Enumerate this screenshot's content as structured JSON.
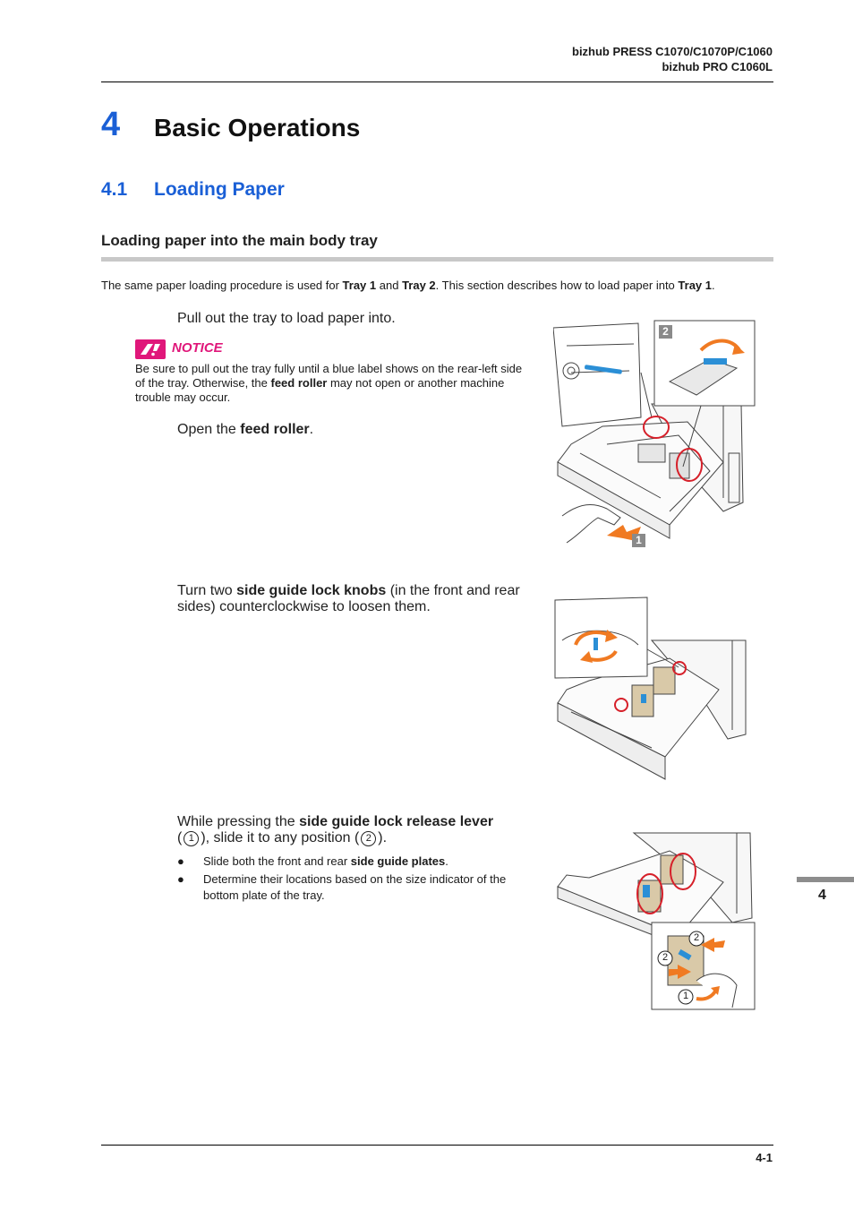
{
  "header": {
    "line1": "bizhub PRESS C1070/C1070P/C1060",
    "line2": "bizhub PRO C1060L"
  },
  "chapter": {
    "number": "4",
    "title": "Basic Operations"
  },
  "section": {
    "number": "4.1",
    "title": "Loading Paper"
  },
  "subsection": {
    "title": "Loading paper into the main body tray"
  },
  "intro": {
    "p1": "The same paper loading procedure is used for ",
    "b1": "Tray 1",
    "p2": " and ",
    "b2": "Tray 2",
    "p3": ". This section describes how to load paper into ",
    "b3": "Tray 1",
    "p4": "."
  },
  "step1": {
    "text": "Pull out the tray to load paper into."
  },
  "notice": {
    "label": "NOTICE",
    "p1": "Be sure to pull out the tray fully until a blue label shows on the rear-left side of the tray. Otherwise, the ",
    "b1": "feed roller",
    "p2": " may not open or another machine trouble may occur."
  },
  "step2": {
    "p1": "Open the ",
    "b1": "feed roller",
    "p2": "."
  },
  "step3": {
    "p1": "Turn two ",
    "b1": "side guide lock knobs",
    "p2": " (in the front and rear sides) counterclockwise to loosen them."
  },
  "step4": {
    "p1": "While pressing the ",
    "b1": "side guide lock release lever",
    "p2": " (",
    "c1": "1",
    "p3": "), slide it to any position (",
    "c2": "2",
    "p4": ")."
  },
  "bullets": {
    "item1_p1": "Slide both the front and rear ",
    "item1_b1": "side guide plates",
    "item1_p2": ".",
    "item2": "Determine their locations based on the size indicator of the bottom plate of the tray.",
    "dot": "●"
  },
  "figures": {
    "fig1_callout_a": "2",
    "fig1_callout_b": "1",
    "fig3_label_a": "2",
    "fig3_label_b": "2",
    "fig3_label_c": "1"
  },
  "side_tab": {
    "number": "4"
  },
  "footer": {
    "page": "4-1"
  },
  "colors": {
    "accent_blue": "#1a5fd6",
    "notice_pink": "#e0177a",
    "arrow_orange": "#f07a22",
    "callout_red": "#d6202a",
    "label_blue": "#2b8fd6"
  }
}
